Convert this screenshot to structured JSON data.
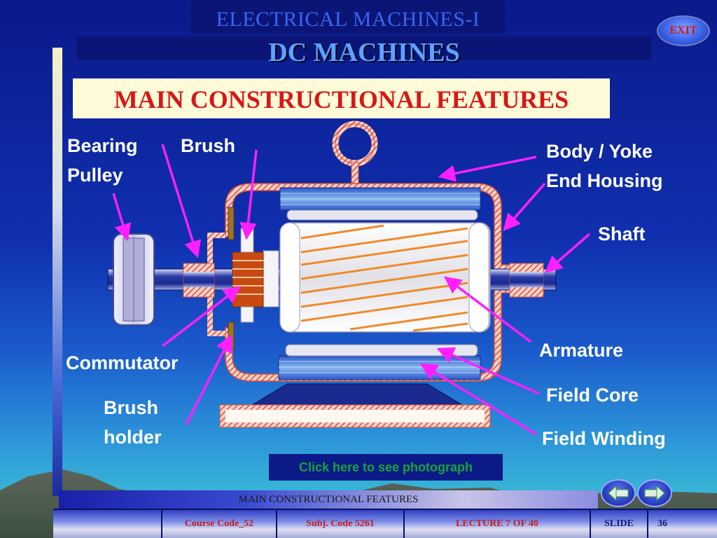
{
  "header": {
    "course_title": "ELECTRICAL  MACHINES-I",
    "section_title": "DC MACHINES",
    "exit_label": "EXIT"
  },
  "slide": {
    "heading": "MAIN CONSTRUCTIONAL FEATURES"
  },
  "labels": {
    "bearing": "Bearing",
    "pulley": "Pulley",
    "brush": "Brush",
    "body_yoke": "Body / Yoke",
    "end_housing": "End Housing",
    "shaft": "Shaft",
    "armature": "Armature",
    "field_core": "Field Core",
    "field_winding": "Field Winding",
    "commutator": "Commutator",
    "brush_holder_line1": "Brush",
    "brush_holder_line2": "holder"
  },
  "photo_link": "Click here to see photograph",
  "footer": {
    "title": "MAIN CONSTRUCTIONAL FEATURES",
    "course_code": "Course Code_52",
    "subj_code": "Subj. Code  5261",
    "lecture": "LECTURE  7 OF 40",
    "slide_label": "SLIDE",
    "slide_number": "36"
  },
  "colors": {
    "arrow": "#ff1fff",
    "heading_text": "#d81616",
    "heading_box": "#fffbd8",
    "link_text": "#1aa33a"
  },
  "icons": [
    "exit-icon",
    "prev-arrow-icon",
    "next-arrow-icon"
  ]
}
